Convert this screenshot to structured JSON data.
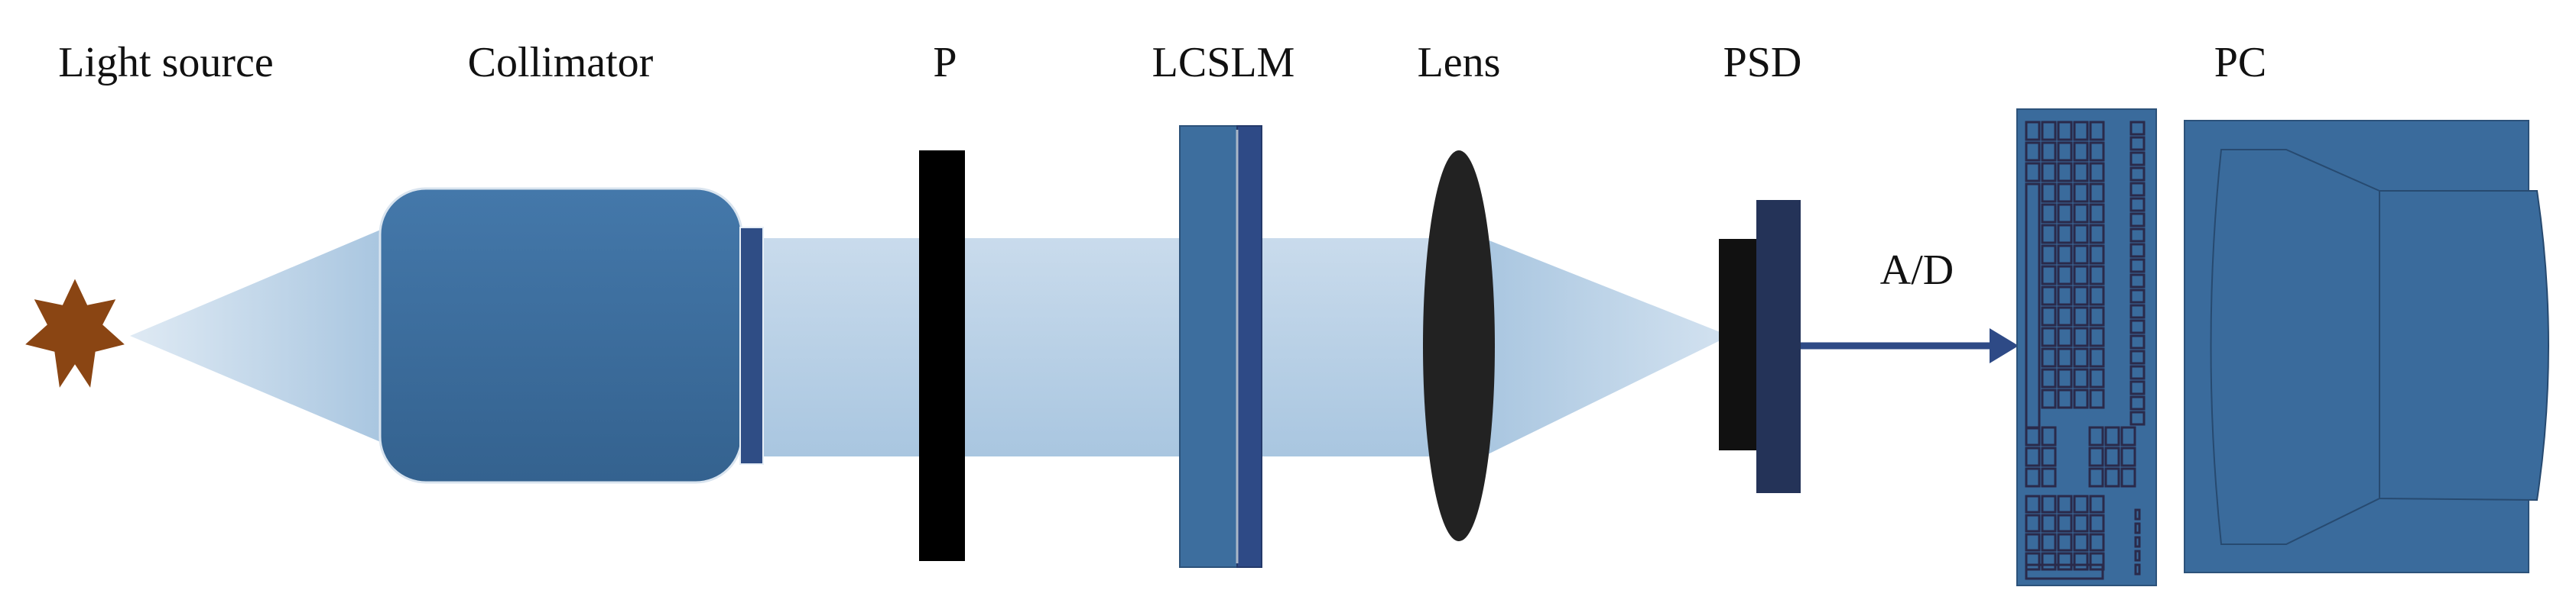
{
  "labels": {
    "light_source": "Light source",
    "collimator": "Collimator",
    "polarizer": "P",
    "lcslm": "LCSLM",
    "lens": "Lens",
    "psd": "PSD",
    "pc": "PC",
    "ad": "A/D"
  },
  "colors": {
    "star": "#8a4513",
    "beam": "#b3cde4",
    "device_blue": "#3a6b9c",
    "dark_navy": "#243358",
    "black": "#111111"
  }
}
